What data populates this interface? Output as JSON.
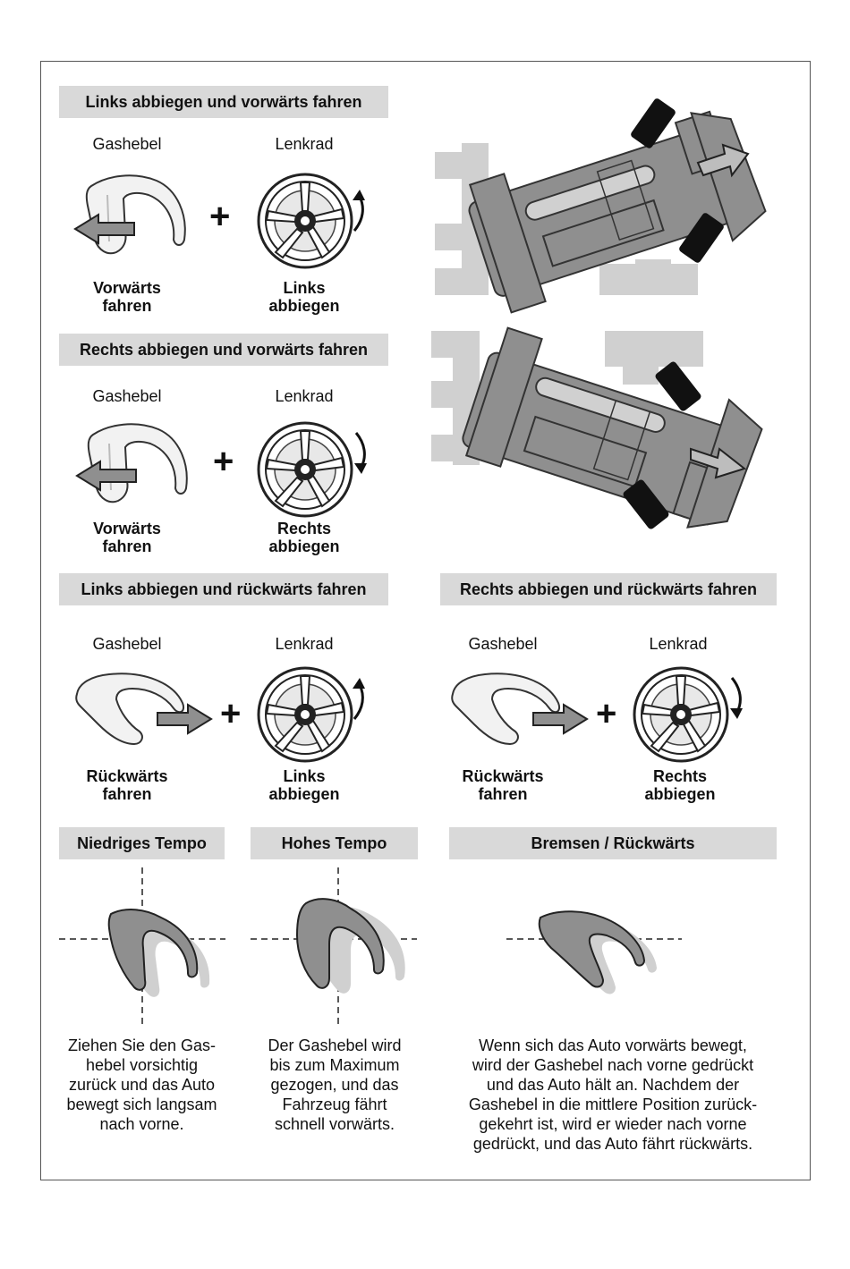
{
  "sections": [
    {
      "title": "Links abbiegen und vorwärts fahren",
      "throttle_label": "Gashebel",
      "wheel_label": "Lenkrad",
      "throttle_caption": [
        "Vorwärts",
        "fahren"
      ],
      "wheel_caption": [
        "Links",
        "abbiegen"
      ]
    },
    {
      "title": "Rechts abbiegen und vorwärts fahren",
      "throttle_label": "Gashebel",
      "wheel_label": "Lenkrad",
      "throttle_caption": [
        "Vorwärts",
        "fahren"
      ],
      "wheel_caption": [
        "Rechts",
        "abbiegen"
      ]
    },
    {
      "title": "Links abbiegen und rückwärts fahren",
      "throttle_label": "Gashebel",
      "wheel_label": "Lenkrad",
      "throttle_caption": [
        "Rückwärts",
        "fahren"
      ],
      "wheel_caption": [
        "Links",
        "abbiegen"
      ]
    },
    {
      "title": "Rechts abbiegen und rückwärts fahren",
      "throttle_label": "Gashebel",
      "wheel_label": "Lenkrad",
      "throttle_caption": [
        "Rückwärts",
        "fahren"
      ],
      "wheel_caption": [
        "Rechts",
        "abbiegen"
      ]
    }
  ],
  "plus_sign": "+",
  "speed": [
    {
      "title": "Niedriges Tempo",
      "lines": [
        "Ziehen Sie den Gas-",
        "hebel vorsichtig",
        "zurück und das Auto",
        "bewegt sich langsam",
        "nach vorne."
      ]
    },
    {
      "title": "Hohes Tempo",
      "lines": [
        "Der Gashebel wird",
        "bis zum Maximum",
        "gezogen, und das",
        "Fahrzeug fährt",
        "schnell vorwärts."
      ]
    },
    {
      "title": "Bremsen / Rückwärts",
      "lines": [
        "Wenn sich das Auto vorwärts bewegt,",
        "wird der Gashebel nach vorne gedrückt",
        "und das Auto hält an. Nachdem der",
        "Gashebel in die mittlere Position zurück-",
        "gekehrt ist, wird er wieder nach vorne",
        "gedrückt, und das Auto fährt rückwärts."
      ]
    }
  ],
  "icons": [
    "throttle-trigger-icon",
    "steering-wheel-icon",
    "rc-car-icon",
    "arrow-icon"
  ],
  "colors": {
    "header_bg": "#d9d9d9",
    "illustration_gray": "#8f8f8f",
    "ghost_gray": "#d0d0d0",
    "tire": "#111111"
  }
}
